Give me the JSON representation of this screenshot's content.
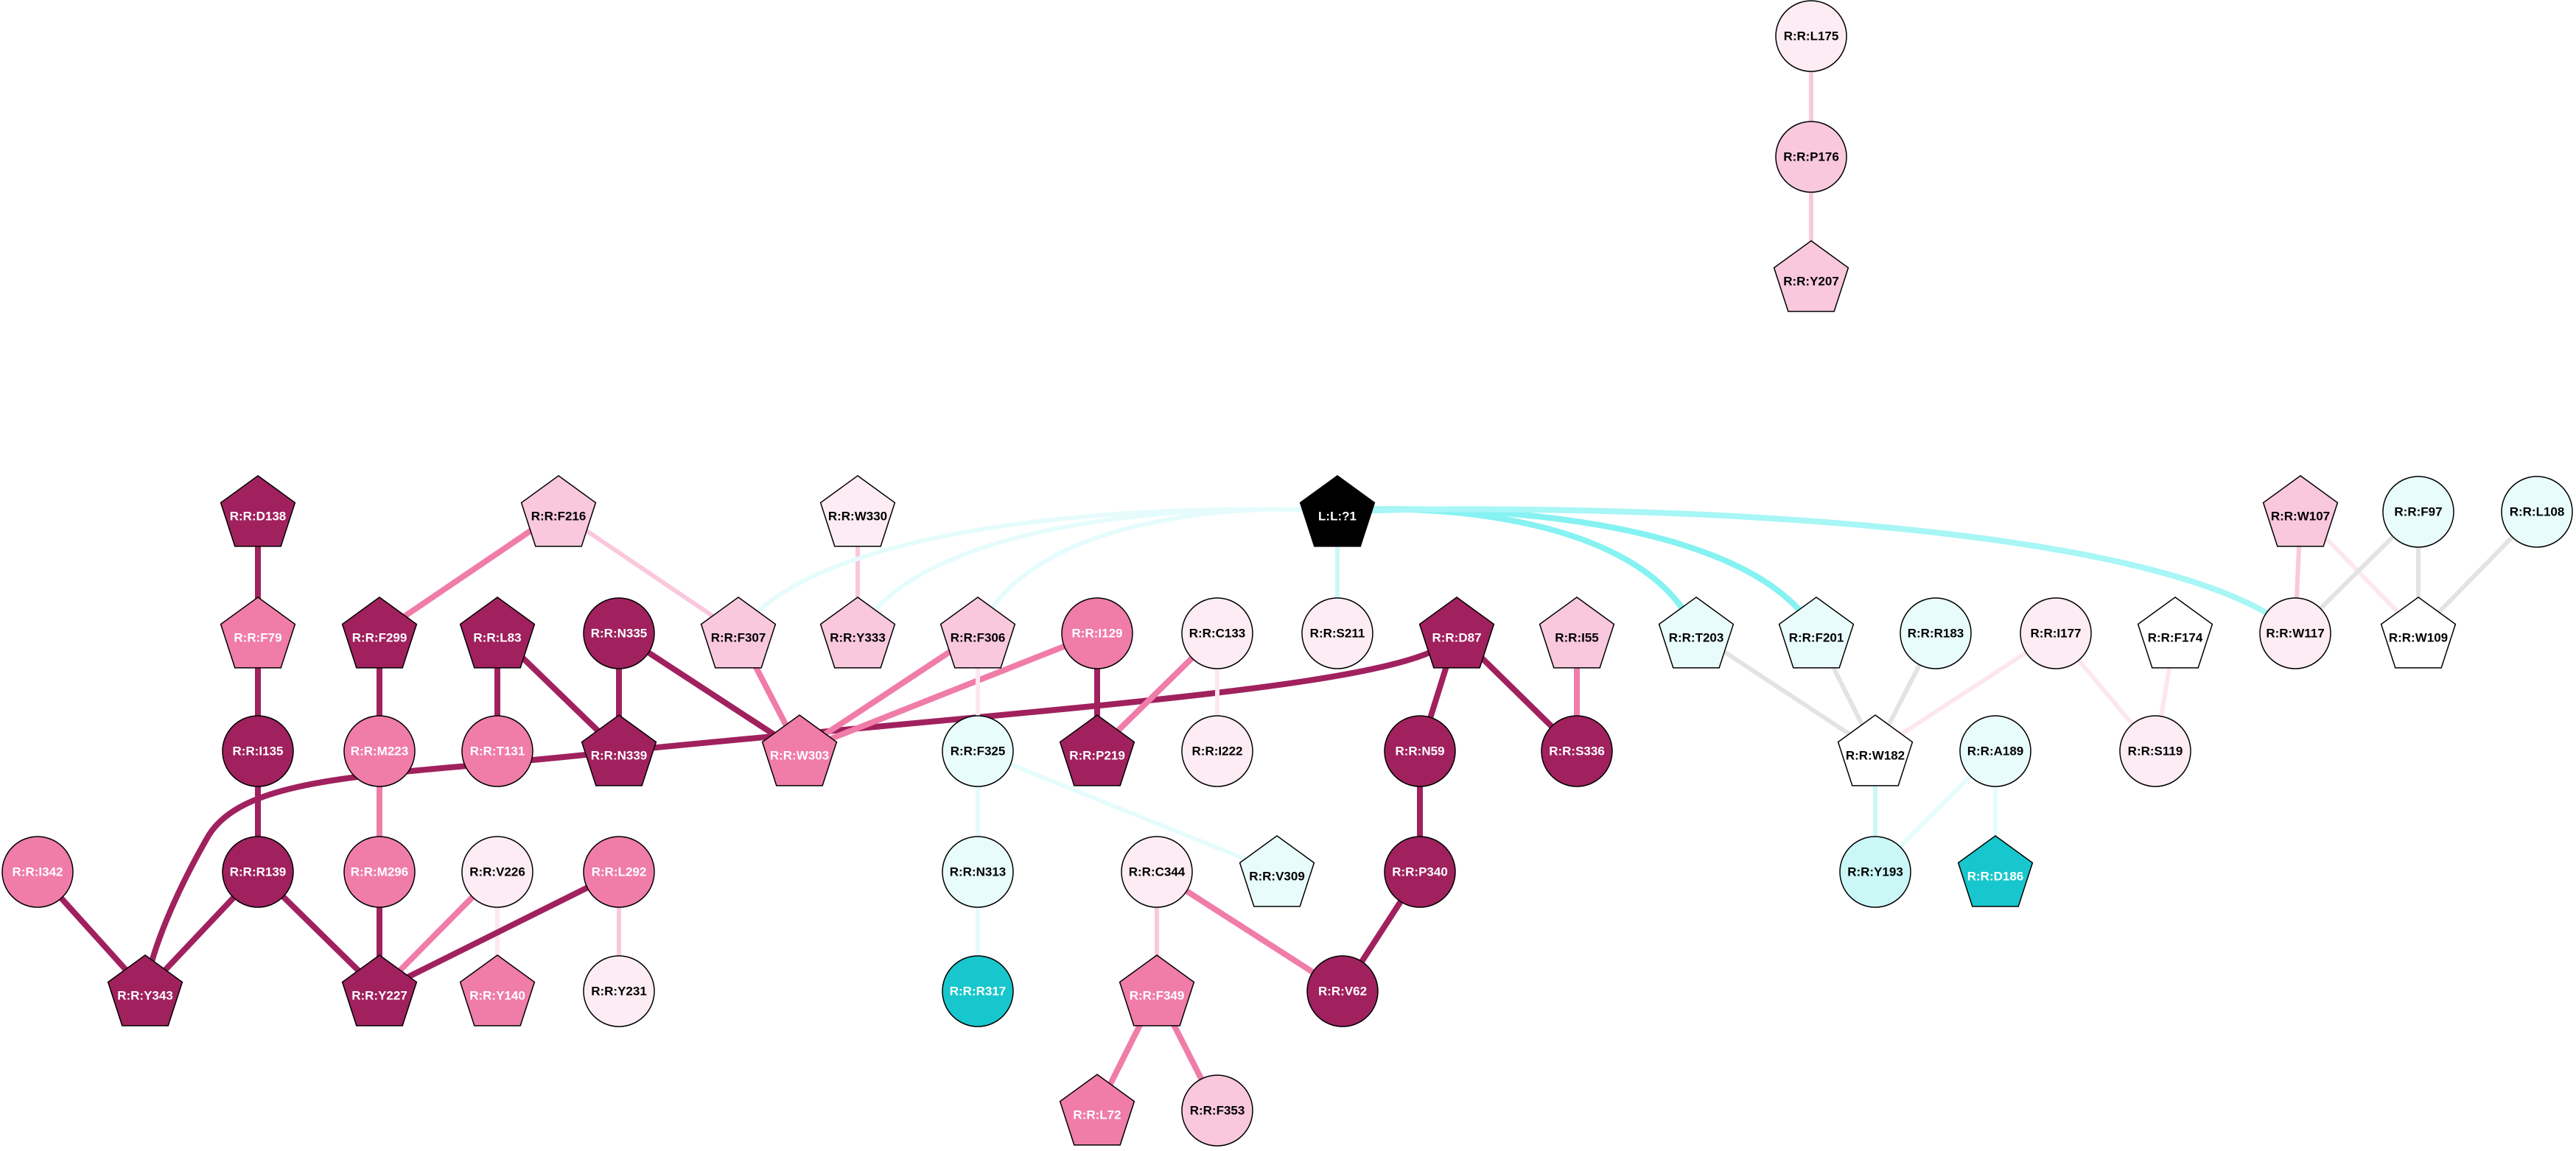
{
  "colors": {
    "dark": "#a0215e",
    "medium": "#f07ca8",
    "light": "#f9c8dc",
    "pale": "#fdecf3",
    "white": "#ffffff",
    "cyan_pale": "#e9fcfc",
    "cyan_light": "#cbf7f7",
    "cyan": "#17c7cd",
    "black": "#000000",
    "edge_gray": "#e3e3e3"
  },
  "nodes": [
    {
      "id": "L175",
      "label": "R:R:L175",
      "shape": "circle",
      "fill": "pale"
    },
    {
      "id": "P176",
      "label": "R:R:P176",
      "shape": "circle",
      "fill": "light"
    },
    {
      "id": "Y207",
      "label": "R:R:Y207",
      "shape": "pentagon",
      "fill": "light"
    },
    {
      "id": "D138",
      "label": "R:R:D138",
      "shape": "pentagon",
      "fill": "dark"
    },
    {
      "id": "F216",
      "label": "R:R:F216",
      "shape": "pentagon",
      "fill": "light"
    },
    {
      "id": "W330",
      "label": "R:R:W330",
      "shape": "pentagon",
      "fill": "pale"
    },
    {
      "id": "L1",
      "label": "L:L:?1",
      "shape": "pentagon",
      "fill": "black"
    },
    {
      "id": "W107",
      "label": "R:R:W107",
      "shape": "pentagon",
      "fill": "light"
    },
    {
      "id": "F97",
      "label": "R:R:F97",
      "shape": "circle",
      "fill": "cyan_pale"
    },
    {
      "id": "L108",
      "label": "R:R:L108",
      "shape": "circle",
      "fill": "cyan_pale"
    },
    {
      "id": "F79",
      "label": "R:R:F79",
      "shape": "pentagon",
      "fill": "medium"
    },
    {
      "id": "F299",
      "label": "R:R:F299",
      "shape": "pentagon",
      "fill": "dark"
    },
    {
      "id": "L83",
      "label": "R:R:L83",
      "shape": "pentagon",
      "fill": "dark"
    },
    {
      "id": "N335",
      "label": "R:R:N335",
      "shape": "circle",
      "fill": "dark"
    },
    {
      "id": "F307",
      "label": "R:R:F307",
      "shape": "pentagon",
      "fill": "light"
    },
    {
      "id": "Y333",
      "label": "R:R:Y333",
      "shape": "pentagon",
      "fill": "light"
    },
    {
      "id": "F306",
      "label": "R:R:F306",
      "shape": "pentagon",
      "fill": "light"
    },
    {
      "id": "I129",
      "label": "R:R:I129",
      "shape": "circle",
      "fill": "medium"
    },
    {
      "id": "C133",
      "label": "R:R:C133",
      "shape": "circle",
      "fill": "pale"
    },
    {
      "id": "S211",
      "label": "R:R:S211",
      "shape": "circle",
      "fill": "pale"
    },
    {
      "id": "D87",
      "label": "R:R:D87",
      "shape": "pentagon",
      "fill": "dark"
    },
    {
      "id": "I55",
      "label": "R:R:I55",
      "shape": "pentagon",
      "fill": "light"
    },
    {
      "id": "T203",
      "label": "R:R:T203",
      "shape": "pentagon",
      "fill": "cyan_pale"
    },
    {
      "id": "F201",
      "label": "R:R:F201",
      "shape": "pentagon",
      "fill": "cyan_pale"
    },
    {
      "id": "R183",
      "label": "R:R:R183",
      "shape": "circle",
      "fill": "cyan_pale"
    },
    {
      "id": "I177",
      "label": "R:R:I177",
      "shape": "circle",
      "fill": "pale"
    },
    {
      "id": "F174",
      "label": "R:R:F174",
      "shape": "pentagon",
      "fill": "white"
    },
    {
      "id": "W117",
      "label": "R:R:W117",
      "shape": "circle",
      "fill": "pale"
    },
    {
      "id": "W109",
      "label": "R:R:W109",
      "shape": "pentagon",
      "fill": "white"
    },
    {
      "id": "I135",
      "label": "R:R:I135",
      "shape": "circle",
      "fill": "dark"
    },
    {
      "id": "M223",
      "label": "R:R:M223",
      "shape": "circle",
      "fill": "medium"
    },
    {
      "id": "T131",
      "label": "R:R:T131",
      "shape": "circle",
      "fill": "medium"
    },
    {
      "id": "N339",
      "label": "R:R:N339",
      "shape": "pentagon",
      "fill": "dark"
    },
    {
      "id": "W303",
      "label": "R:R:W303",
      "shape": "pentagon",
      "fill": "medium"
    },
    {
      "id": "F325",
      "label": "R:R:F325",
      "shape": "circle",
      "fill": "cyan_pale"
    },
    {
      "id": "P219",
      "label": "R:R:P219",
      "shape": "pentagon",
      "fill": "dark"
    },
    {
      "id": "I222",
      "label": "R:R:I222",
      "shape": "circle",
      "fill": "pale"
    },
    {
      "id": "N59",
      "label": "R:R:N59",
      "shape": "circle",
      "fill": "dark"
    },
    {
      "id": "S336",
      "label": "R:R:S336",
      "shape": "circle",
      "fill": "dark"
    },
    {
      "id": "W182",
      "label": "R:R:W182",
      "shape": "pentagon",
      "fill": "white"
    },
    {
      "id": "A189",
      "label": "R:R:A189",
      "shape": "circle",
      "fill": "cyan_pale"
    },
    {
      "id": "S119",
      "label": "R:R:S119",
      "shape": "circle",
      "fill": "pale"
    },
    {
      "id": "I342",
      "label": "R:R:I342",
      "shape": "circle",
      "fill": "medium"
    },
    {
      "id": "R139",
      "label": "R:R:R139",
      "shape": "circle",
      "fill": "dark"
    },
    {
      "id": "M296",
      "label": "R:R:M296",
      "shape": "circle",
      "fill": "medium"
    },
    {
      "id": "V226",
      "label": "R:R:V226",
      "shape": "circle",
      "fill": "pale"
    },
    {
      "id": "L292",
      "label": "R:R:L292",
      "shape": "circle",
      "fill": "medium"
    },
    {
      "id": "N313",
      "label": "R:R:N313",
      "shape": "circle",
      "fill": "cyan_pale"
    },
    {
      "id": "C344",
      "label": "R:R:C344",
      "shape": "circle",
      "fill": "pale"
    },
    {
      "id": "V309",
      "label": "R:R:V309",
      "shape": "pentagon",
      "fill": "cyan_pale"
    },
    {
      "id": "P340",
      "label": "R:R:P340",
      "shape": "circle",
      "fill": "dark"
    },
    {
      "id": "Y193",
      "label": "R:R:Y193",
      "shape": "circle",
      "fill": "cyan_light"
    },
    {
      "id": "D186",
      "label": "R:R:D186",
      "shape": "pentagon",
      "fill": "cyan"
    },
    {
      "id": "Y343",
      "label": "R:R:Y343",
      "shape": "pentagon",
      "fill": "dark"
    },
    {
      "id": "Y227",
      "label": "R:R:Y227",
      "shape": "pentagon",
      "fill": "dark"
    },
    {
      "id": "Y140",
      "label": "R:R:Y140",
      "shape": "pentagon",
      "fill": "medium"
    },
    {
      "id": "Y231",
      "label": "R:R:Y231",
      "shape": "circle",
      "fill": "pale"
    },
    {
      "id": "R317",
      "label": "R:R:R317",
      "shape": "circle",
      "fill": "cyan"
    },
    {
      "id": "F349",
      "label": "R:R:F349",
      "shape": "pentagon",
      "fill": "medium"
    },
    {
      "id": "V62",
      "label": "R:R:V62",
      "shape": "circle",
      "fill": "dark"
    },
    {
      "id": "L72",
      "label": "R:R:L72",
      "shape": "pentagon",
      "fill": "medium"
    },
    {
      "id": "F353",
      "label": "R:R:F353",
      "shape": "circle",
      "fill": "light"
    }
  ],
  "edges": [
    {
      "from": "L175",
      "to": "P176",
      "color": "light",
      "weight": 1
    },
    {
      "from": "P176",
      "to": "Y207",
      "color": "light",
      "weight": 1
    },
    {
      "from": "D138",
      "to": "F79",
      "color": "dark",
      "weight": 2
    },
    {
      "from": "F79",
      "to": "I135",
      "color": "dark",
      "weight": 2
    },
    {
      "from": "I135",
      "to": "R139",
      "color": "dark",
      "weight": 2
    },
    {
      "from": "R139",
      "to": "Y343",
      "color": "dark",
      "weight": 2
    },
    {
      "from": "R139",
      "to": "Y227",
      "color": "dark",
      "weight": 2
    },
    {
      "from": "I342",
      "to": "Y343",
      "color": "dark",
      "weight": 2
    },
    {
      "from": "N339",
      "to": "Y343",
      "color": "dark",
      "weight": 2,
      "curve": "n339-y343"
    },
    {
      "from": "D87",
      "to": "N339",
      "color": "dark",
      "weight": 2,
      "curve": "d87-n339"
    },
    {
      "from": "F216",
      "to": "F299",
      "color": "medium",
      "weight": 2
    },
    {
      "from": "F216",
      "to": "F307",
      "color": "light",
      "weight": 1
    },
    {
      "from": "F299",
      "to": "M223",
      "color": "dark",
      "weight": 2
    },
    {
      "from": "M223",
      "to": "M296",
      "color": "medium",
      "weight": 2
    },
    {
      "from": "M296",
      "to": "Y227",
      "color": "dark",
      "weight": 2
    },
    {
      "from": "V226",
      "to": "Y227",
      "color": "medium",
      "weight": 2
    },
    {
      "from": "V226",
      "to": "Y140",
      "color": "pale",
      "weight": 1
    },
    {
      "from": "L292",
      "to": "Y227",
      "color": "dark",
      "weight": 2
    },
    {
      "from": "L292",
      "to": "Y231",
      "color": "light",
      "weight": 1
    },
    {
      "from": "L83",
      "to": "T131",
      "color": "dark",
      "weight": 2
    },
    {
      "from": "L83",
      "to": "N339",
      "color": "dark",
      "weight": 2
    },
    {
      "from": "N335",
      "to": "N339",
      "color": "dark",
      "weight": 2
    },
    {
      "from": "N335",
      "to": "W303",
      "color": "dark",
      "weight": 2
    },
    {
      "from": "F307",
      "to": "W303",
      "color": "medium",
      "weight": 2
    },
    {
      "from": "F306",
      "to": "W303",
      "color": "medium",
      "weight": 2
    },
    {
      "from": "I129",
      "to": "W303",
      "color": "medium",
      "weight": 2
    },
    {
      "from": "I129",
      "to": "P219",
      "color": "dark",
      "weight": 2
    },
    {
      "from": "C133",
      "to": "P219",
      "color": "medium",
      "weight": 2
    },
    {
      "from": "C133",
      "to": "I222",
      "color": "pale",
      "weight": 1
    },
    {
      "from": "W330",
      "to": "Y333",
      "color": "light",
      "weight": 1
    },
    {
      "from": "F306",
      "to": "F325",
      "color": "pale",
      "weight": 1
    },
    {
      "from": "F325",
      "to": "N313",
      "color": "cyan_pale",
      "weight": 1
    },
    {
      "from": "F325",
      "to": "V309",
      "color": "cyan_pale",
      "weight": 1
    },
    {
      "from": "N313",
      "to": "R317",
      "color": "cyan_pale",
      "weight": 1
    },
    {
      "from": "C344",
      "to": "F349",
      "color": "light",
      "weight": 1
    },
    {
      "from": "C344",
      "to": "V62",
      "color": "medium",
      "weight": 2
    },
    {
      "from": "F349",
      "to": "L72",
      "color": "medium",
      "weight": 2
    },
    {
      "from": "F349",
      "to": "F353",
      "color": "medium",
      "weight": 2
    },
    {
      "from": "D87",
      "to": "N59",
      "color": "dark",
      "weight": 2
    },
    {
      "from": "D87",
      "to": "S336",
      "color": "dark",
      "weight": 2
    },
    {
      "from": "I55",
      "to": "S336",
      "color": "medium",
      "weight": 2
    },
    {
      "from": "N59",
      "to": "P340",
      "color": "dark",
      "weight": 2
    },
    {
      "from": "P340",
      "to": "V62",
      "color": "dark",
      "weight": 2
    },
    {
      "from": "L1",
      "to": "S211",
      "color": "cyan_light",
      "weight": 1
    },
    {
      "from": "L1",
      "to": "F307",
      "color": "cyan_pale",
      "weight": 1,
      "curve": "ligand"
    },
    {
      "from": "L1",
      "to": "Y333",
      "color": "cyan_pale",
      "weight": 1,
      "curve": "ligand"
    },
    {
      "from": "L1",
      "to": "F306",
      "color": "cyan_pale",
      "weight": 1,
      "curve": "ligand"
    },
    {
      "from": "L1",
      "to": "T203",
      "color": "cyan_strong",
      "weight": 2,
      "curve": "ligand"
    },
    {
      "from": "L1",
      "to": "F201",
      "color": "cyan_strong",
      "weight": 2,
      "curve": "ligand"
    },
    {
      "from": "L1",
      "to": "W117",
      "color": "cyan_mid",
      "weight": 2,
      "curve": "ligand"
    },
    {
      "from": "T203",
      "to": "W182",
      "color": "edge_gray",
      "weight": 1
    },
    {
      "from": "F201",
      "to": "W182",
      "color": "edge_gray",
      "weight": 1
    },
    {
      "from": "R183",
      "to": "W182",
      "color": "edge_gray",
      "weight": 1
    },
    {
      "from": "I177",
      "to": "W182",
      "color": "pale",
      "weight": 1
    },
    {
      "from": "I177",
      "to": "S119",
      "color": "pale",
      "weight": 1
    },
    {
      "from": "F174",
      "to": "S119",
      "color": "pale",
      "weight": 1
    },
    {
      "from": "W182",
      "to": "Y193",
      "color": "cyan_light",
      "weight": 1
    },
    {
      "from": "A189",
      "to": "Y193",
      "color": "cyan_pale",
      "weight": 1
    },
    {
      "from": "A189",
      "to": "D186",
      "color": "cyan_pale",
      "weight": 1
    },
    {
      "from": "W107",
      "to": "W117",
      "color": "light",
      "weight": 1
    },
    {
      "from": "W107",
      "to": "W109",
      "color": "pale",
      "weight": 1
    },
    {
      "from": "F97",
      "to": "W117",
      "color": "edge_gray",
      "weight": 1
    },
    {
      "from": "F97",
      "to": "W109",
      "color": "edge_gray",
      "weight": 1
    },
    {
      "from": "L108",
      "to": "W109",
      "color": "edge_gray",
      "weight": 1
    }
  ]
}
